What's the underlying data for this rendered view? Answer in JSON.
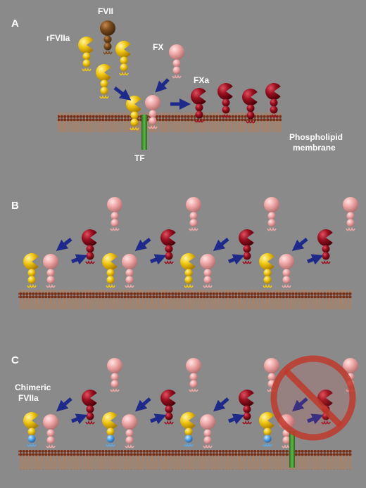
{
  "panels": {
    "a": {
      "label": "A"
    },
    "b": {
      "label": "B"
    },
    "c": {
      "label": "C"
    }
  },
  "labels": {
    "fvii": "FVII",
    "rfviia": "rFVIIa",
    "fx": "FX",
    "fxa": "FXa",
    "tf": "TF",
    "membrane_line1": "Phospholipid",
    "membrane_line2": "membrane",
    "chimeric_line1": "Chimeric",
    "chimeric_line2": "FVIIa"
  },
  "colors": {
    "background": "#8a8a8a",
    "fviia_yellow": "#f2c811",
    "fvii_brown": "#7a4a1c",
    "fx_pink": "#f0a8a8",
    "fxa_red": "#9a1020",
    "arrow_blue": "#1d2a8a",
    "tf_green": "#3a8a2a",
    "chimeric_gla_blue": "#5aa8e8",
    "membrane_head": "#7a2e16",
    "membrane_tail": "#c07a4a",
    "prohibition_red": "#c0392b"
  }
}
